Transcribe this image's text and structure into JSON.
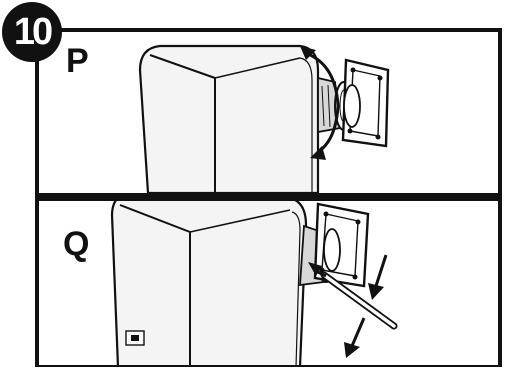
{
  "step": {
    "number": "10"
  },
  "panels": [
    {
      "id": "top",
      "label": "P",
      "action": "rotate-speaker-on-bracket"
    },
    {
      "id": "bottom",
      "label": "Q",
      "action": "tighten-with-hex-key"
    }
  ],
  "icons": [
    "speaker-body",
    "wall-bracket",
    "rotation-arrow",
    "hex-key",
    "down-arrow"
  ],
  "colors": {
    "ink": "#111111",
    "paper": "#ffffff",
    "speaker_fill": "#f2f2f2"
  }
}
